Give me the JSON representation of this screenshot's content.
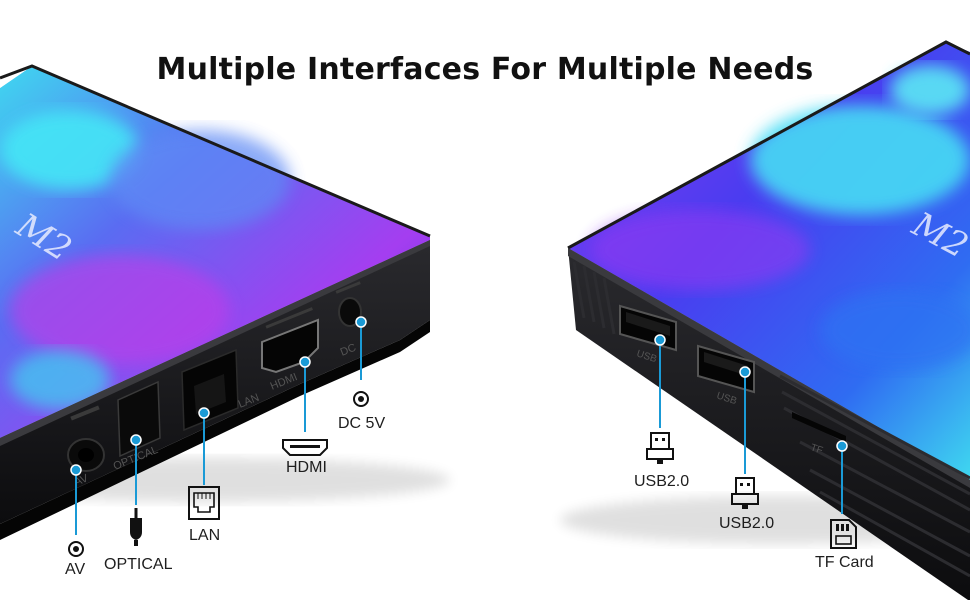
{
  "title": "Multiple Interfaces For Multiple Needs",
  "brand_mark": "M2",
  "accent_color": "#1a9ad6",
  "left_device": {
    "panel_markings": [
      "AV",
      "OPTICAL",
      "LAN",
      "HDMI",
      "DC"
    ],
    "ports": [
      {
        "label": "AV",
        "icon": "av-jack-icon"
      },
      {
        "label": "OPTICAL",
        "icon": "optical-plug-icon"
      },
      {
        "label": "LAN",
        "icon": "ethernet-port-icon"
      },
      {
        "label": "HDMI",
        "icon": "hdmi-port-icon"
      },
      {
        "label": "DC 5V",
        "icon": "dc-jack-icon"
      }
    ]
  },
  "right_device": {
    "panel_markings": [
      "USB",
      "USB",
      "TF"
    ],
    "ports": [
      {
        "label": "USB2.0",
        "icon": "usb-plug-icon"
      },
      {
        "label": "USB2.0",
        "icon": "usb-plug-icon"
      },
      {
        "label": "TF Card",
        "icon": "sd-card-icon"
      }
    ]
  }
}
